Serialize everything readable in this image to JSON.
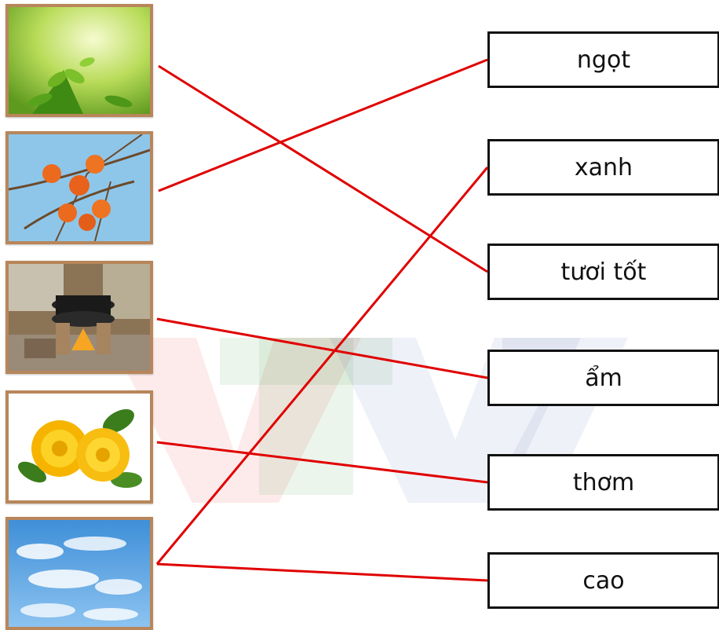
{
  "colors": {
    "line": "#e00000",
    "frame": "#b8865a",
    "box_border": "#111111"
  },
  "pictures": [
    {
      "icon": "young-leaves-icon"
    },
    {
      "icon": "persimmon-fruit-icon"
    },
    {
      "icon": "clay-pot-stove-icon"
    },
    {
      "icon": "yellow-chrysanthemum-icon"
    },
    {
      "icon": "blue-sky-clouds-icon"
    }
  ],
  "words": [
    "ngọt",
    "xanh",
    "tươi tốt",
    "ẩm",
    "thơm",
    "cao"
  ],
  "matches": [
    {
      "picture": 0,
      "word": 2
    },
    {
      "picture": 1,
      "word": 0
    },
    {
      "picture": 2,
      "word": 3
    },
    {
      "picture": 3,
      "word": 4
    },
    {
      "picture": 4,
      "word": 1
    },
    {
      "picture": 4,
      "word": 5
    }
  ]
}
